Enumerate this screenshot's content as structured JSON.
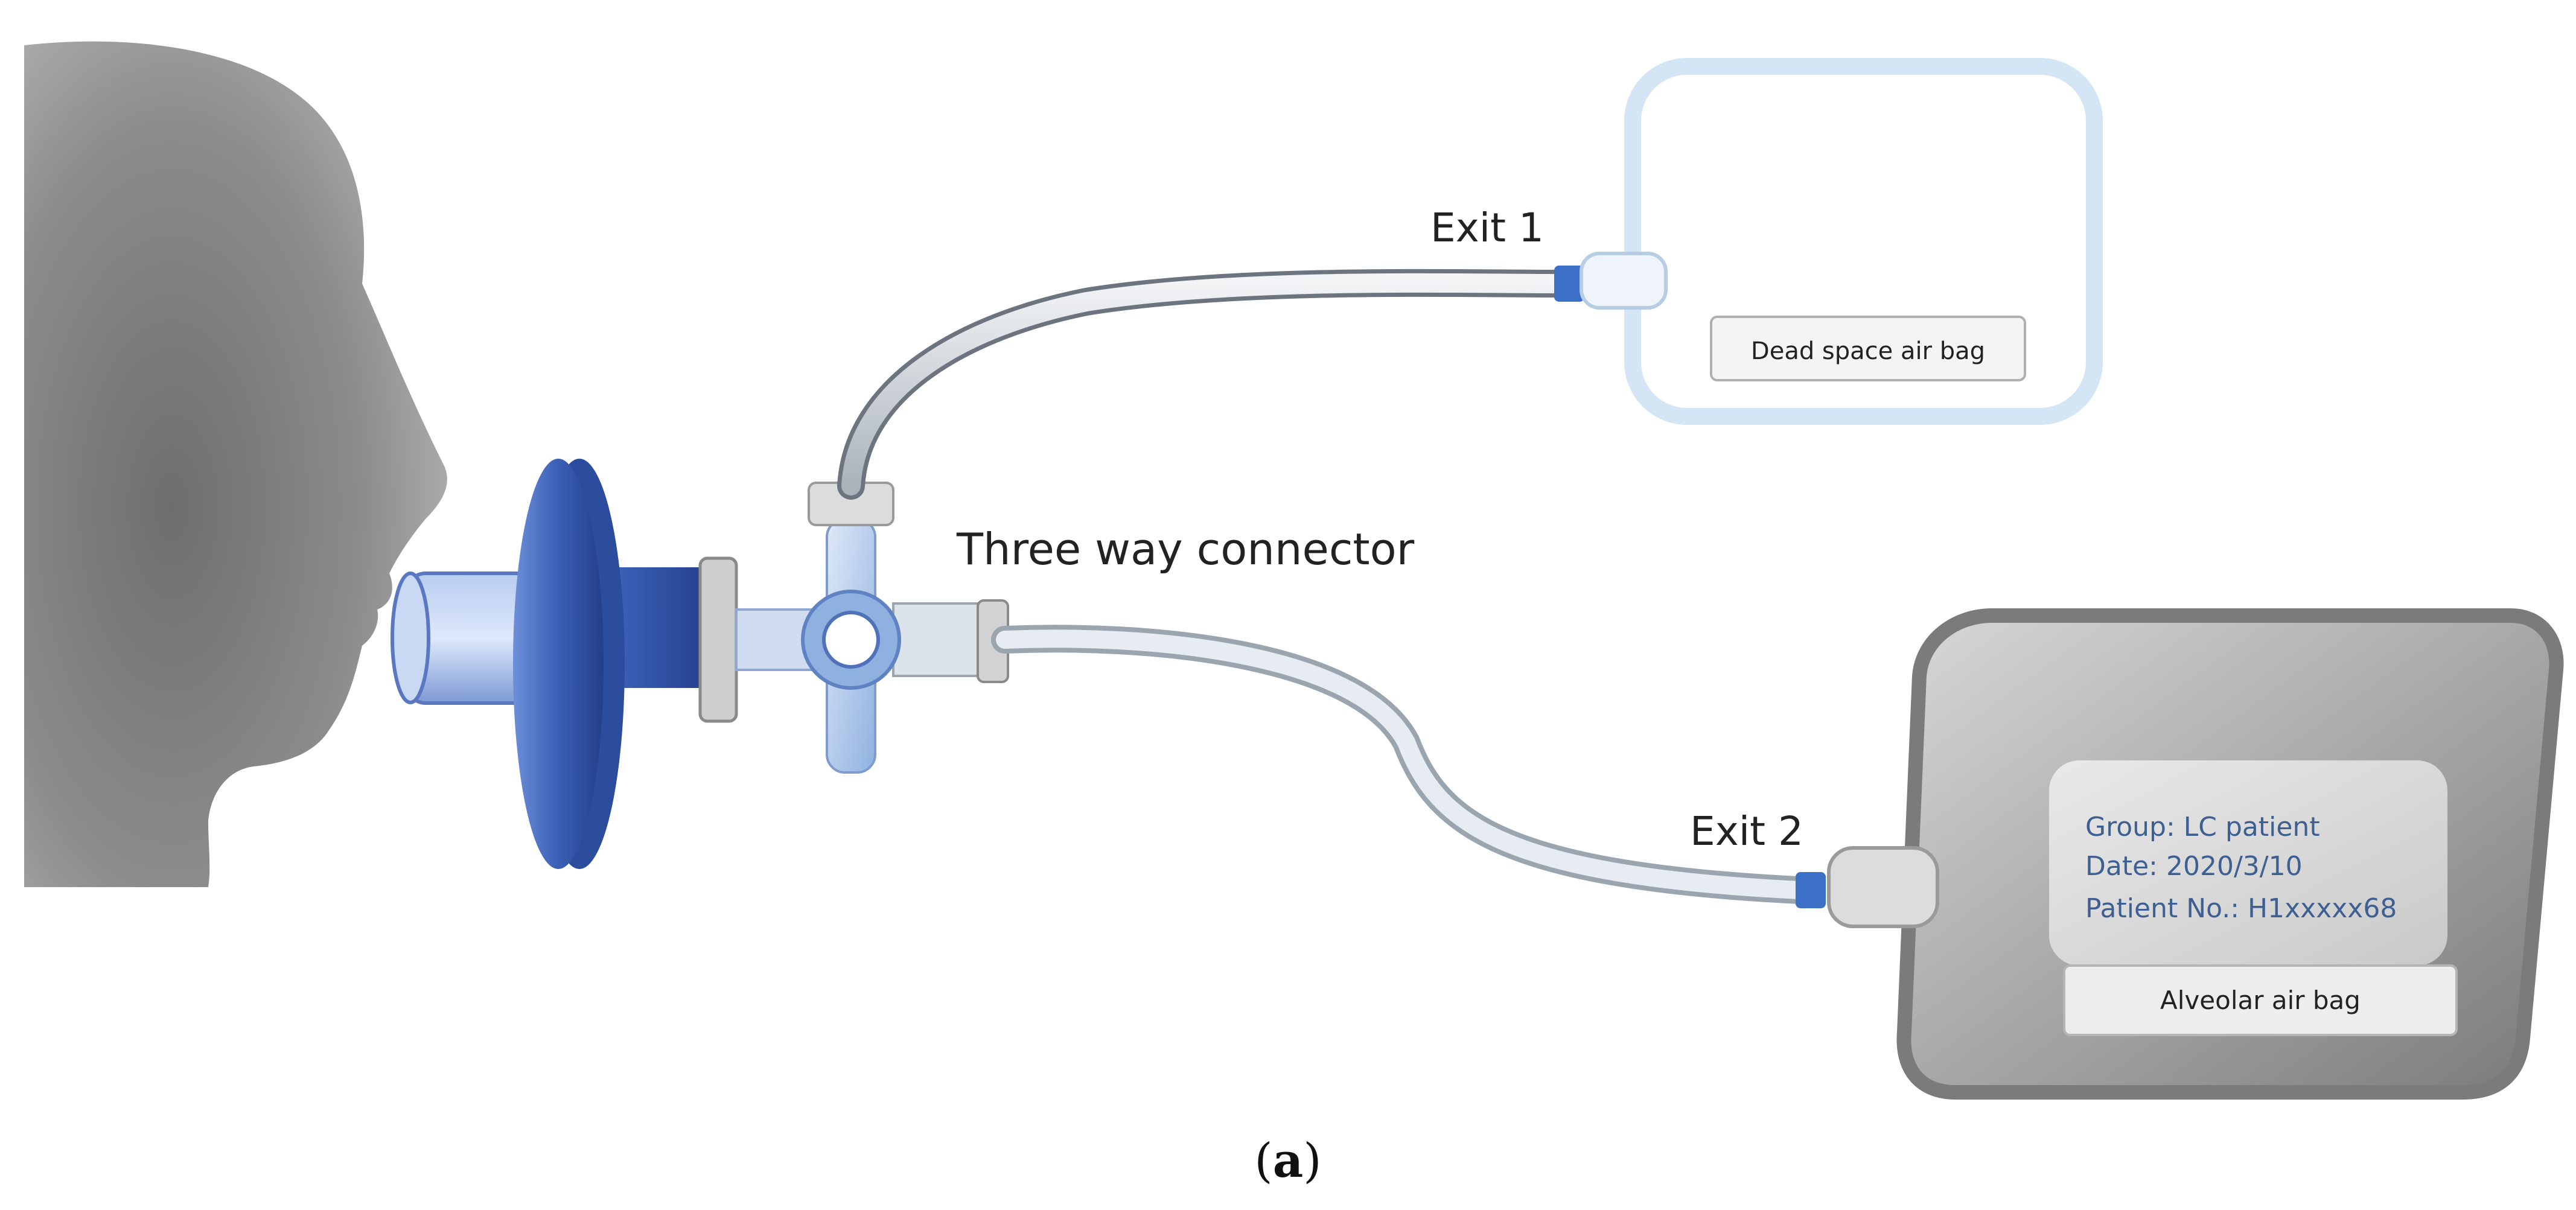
{
  "labels": {
    "exit1": "Exit 1",
    "exit2": "Exit 2",
    "connector": "Three way connector"
  },
  "dead_space_bag": {
    "tag": "Dead space air bag"
  },
  "alveolar_bag": {
    "tag": "Alveolar air bag",
    "info": {
      "group": "Group: LC patient",
      "date": "Date: 2020/3/10",
      "patient": "Patient No.: H1xxxxx68"
    }
  },
  "caption": {
    "open": "(",
    "letter": "a",
    "close": ")"
  },
  "colors": {
    "head": "#8e8e8e",
    "filter_blue": "#3f63b8",
    "tube": "#e2e6ea",
    "dead_bag_border": "#d4e6f5",
    "alveolar_bag": "#8a8a8a",
    "bag_text": "#3d5f92"
  }
}
